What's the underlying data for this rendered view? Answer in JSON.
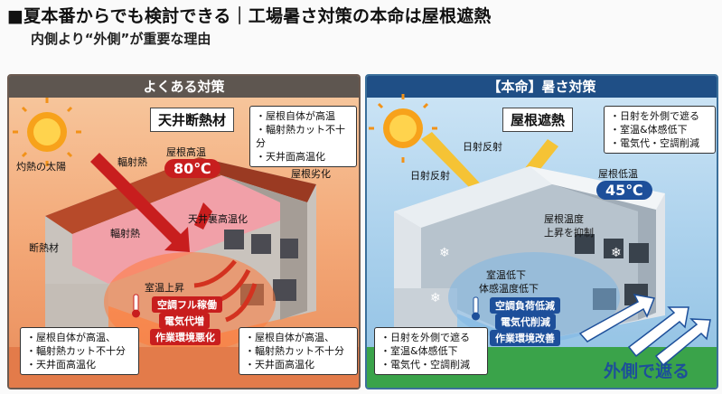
{
  "header": {
    "title": "■夏本番からでも検討できる｜工場暑さ対策の本命は屋根遮熱",
    "subtitle": "内側より“外側”が重要な理由"
  },
  "left": {
    "title": "よくある対策",
    "heading": "天井断熱材",
    "top_box": [
      "・屋根自体が高温",
      "・輻射熱カット不十分",
      "・天井面高温化"
    ],
    "labels": {
      "sun": "灼熱の太陽",
      "radiant1": "輻射熱",
      "roof_hot": "屋根高温",
      "roof_deg": "屋根劣化",
      "ceiling_hot": "天井裏高温化",
      "radiant2": "輻射熱",
      "insulation": "断熱材",
      "room_up": "室温上昇"
    },
    "temp": "80℃",
    "pills": [
      "空調フル稼働",
      "電気代増",
      "作業環境悪化"
    ],
    "bottom_left": [
      "・屋根自体が高温、",
      "・輻射熱カット不十分",
      "・天井面高温化"
    ],
    "bottom_right": [
      "・屋根自体が高温、",
      "・輻射熱カット不十分",
      "・天井面高温化"
    ]
  },
  "right": {
    "title": "【本命】暑さ対策",
    "heading": "屋根遮熱",
    "top_box": [
      "・日射を外側で遮る",
      "・室温&体感低下",
      "・電気代・空調削減"
    ],
    "labels": {
      "reflect1": "日射反射",
      "reflect2": "日射反射",
      "roof_low": "屋根低温",
      "roof_temp1": "屋根温度",
      "roof_temp2": "上昇を抑制",
      "room_down1": "室温低下",
      "room_down2": "体感温度低下"
    },
    "temp": "45℃",
    "pills": [
      "空調負荷低減",
      "電気代削減",
      "作業環境改善"
    ],
    "bottom_box": [
      "・日射を外側で遮る",
      "・室温&体感低下",
      "・電気代・空調削減"
    ],
    "slogan": "外側で遮る"
  },
  "colors": {
    "hot_red": "#c81e1e",
    "cool_blue": "#1d4f9a",
    "left_header": "#5e5650",
    "right_header": "#1f4f86"
  }
}
